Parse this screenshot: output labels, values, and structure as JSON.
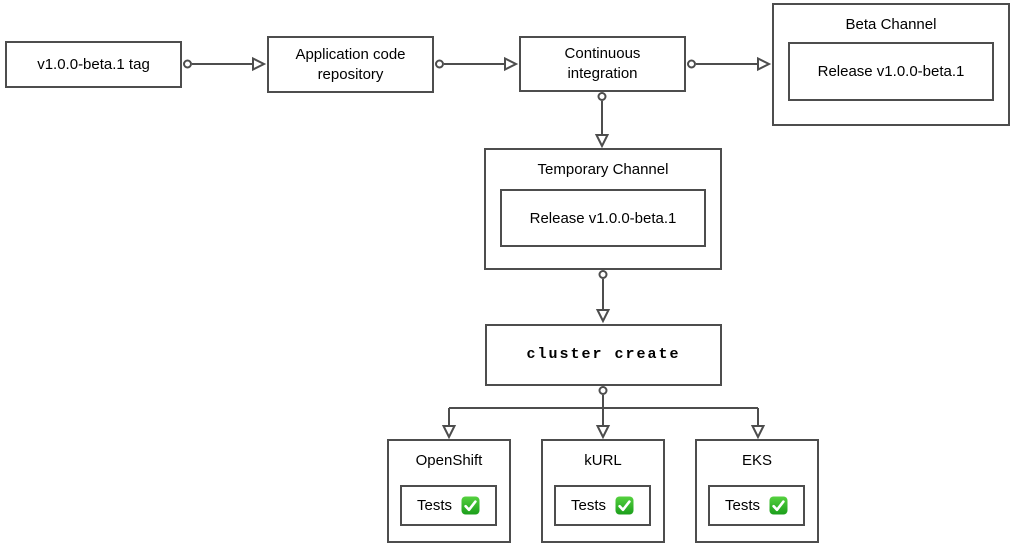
{
  "diagram": {
    "background": "#ffffff",
    "stroke_color": "#4d4d4d",
    "text_color": "#000000",
    "nodes": {
      "tag": {
        "label": "v1.0.0-beta.1 tag"
      },
      "repo": {
        "label": "Application code\nrepository"
      },
      "ci": {
        "label": "Continuous\nintegration"
      },
      "beta_channel": {
        "title": "Beta Channel",
        "release": "Release v1.0.0-beta.1"
      },
      "temporary_channel": {
        "title": "Temporary Channel",
        "release": "Release v1.0.0-beta.1"
      },
      "cluster_create": {
        "label": "cluster create"
      },
      "openshift": {
        "title": "OpenShift",
        "tests_label": "Tests"
      },
      "kurl": {
        "title": "kURL",
        "tests_label": "Tests"
      },
      "eks": {
        "title": "EKS",
        "tests_label": "Tests"
      }
    },
    "icons": {
      "check_mark": {
        "name": "check-mark-icon",
        "glyph": "✓",
        "color_top": "#55d13f",
        "color_bottom": "#1b9e1b",
        "check_color": "#ffffff"
      }
    },
    "edges": [
      {
        "from": "tag",
        "to": "repo"
      },
      {
        "from": "repo",
        "to": "ci"
      },
      {
        "from": "ci",
        "to": "beta_channel"
      },
      {
        "from": "ci",
        "to": "temporary_channel"
      },
      {
        "from": "temporary_channel",
        "to": "cluster_create"
      },
      {
        "from": "cluster_create",
        "to": "openshift"
      },
      {
        "from": "cluster_create",
        "to": "kurl"
      },
      {
        "from": "cluster_create",
        "to": "eks"
      }
    ]
  }
}
